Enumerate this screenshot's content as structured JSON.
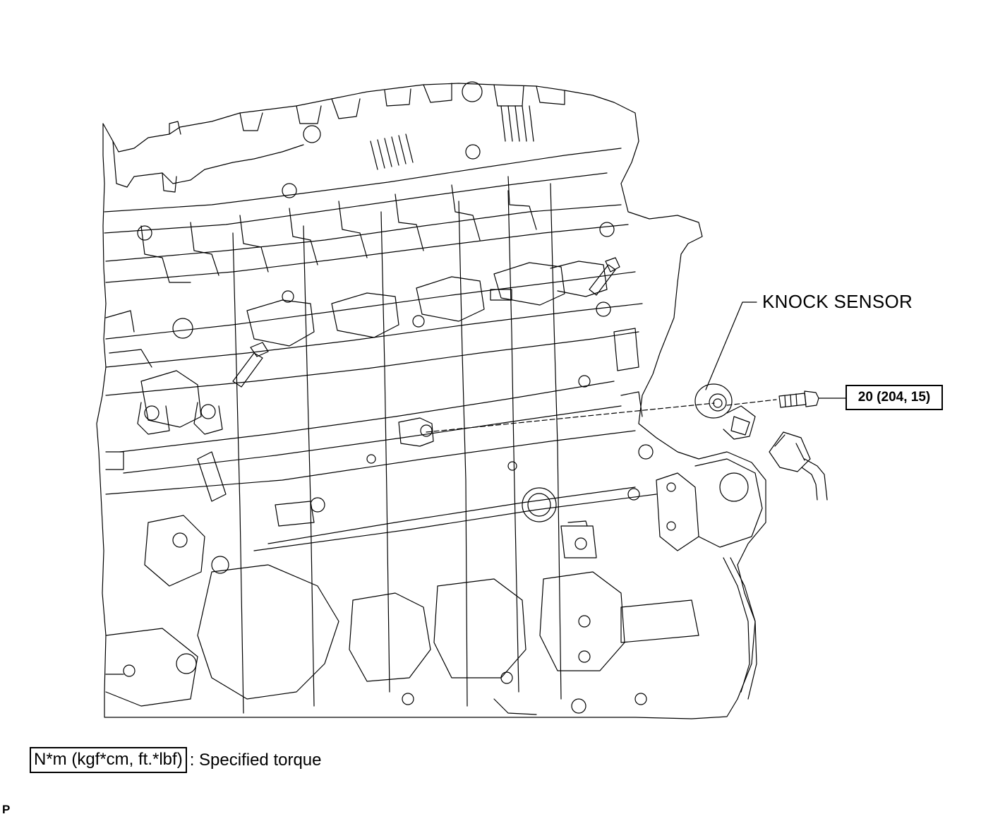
{
  "callout": {
    "knock_sensor_label": "KNOCK SENSOR"
  },
  "torque": {
    "value_label": "20 (204, 15)"
  },
  "legend": {
    "unit_box": "N*m (kgf*cm, ft.*lbf)",
    "description": ": Specified torque"
  },
  "corner": {
    "code": "P"
  },
  "colors": {
    "line": "#000000",
    "background": "#ffffff"
  }
}
